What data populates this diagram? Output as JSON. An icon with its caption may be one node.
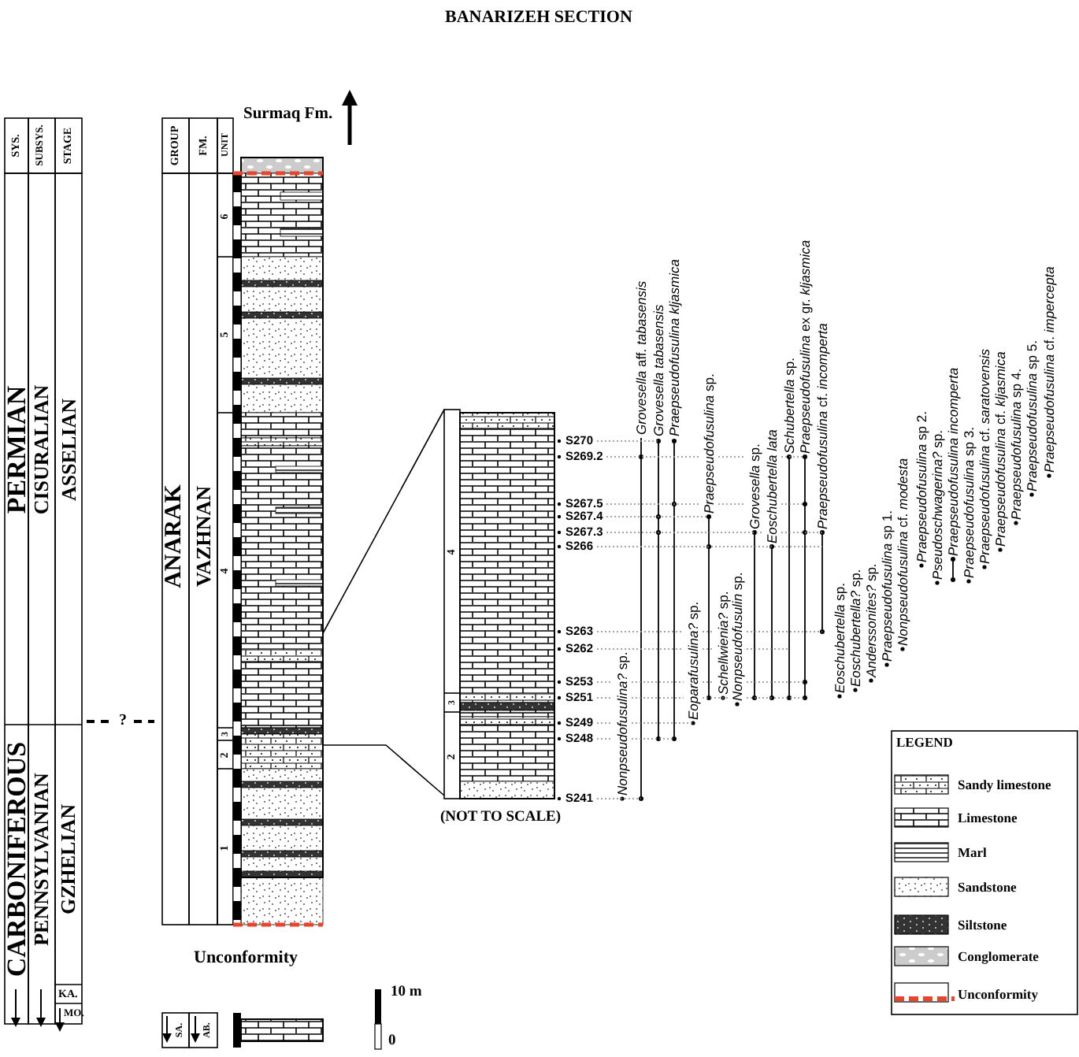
{
  "diagram": {
    "title": "BANARIZEH SECTION",
    "labels": [
      "SYS.",
      "SUBSYS.",
      "STAGE",
      "PERMIAN",
      "CISURALIAN",
      "ASSELIAN",
      "CARBONIFEROUS",
      "PENNSYLVANIAN",
      "GZHELIAN",
      "KA.",
      "MO.",
      "?",
      "GROUP",
      "FM.",
      "UNIT",
      "ANARAK",
      "VAZHNAN",
      "6",
      "5",
      "4",
      "3",
      "2",
      "1",
      "Surmaq Fm.",
      "Unconformity",
      "SA.",
      "AB.",
      "10 m",
      "0",
      "4",
      "3",
      "2",
      "S270",
      "S269.2",
      "S267.5",
      "S267.4",
      "S267.3",
      "S266",
      "S263",
      "S262",
      "S253",
      "S251",
      "S249",
      "S248",
      "S241",
      "(NOT TO SCALE)",
      "*Nonpseudofusulina?* sp.",
      "*Grovesella* aff. *tabasensis*",
      "Grovesella tabasensis",
      "Praepseudofusulina kljasmica",
      "*Eoparafusulina?* sp.",
      "*Praepseudofusulina* sp.",
      "*Schellwienia?* sp.",
      "*Nonpseudofusulin* sp.",
      "*Grovesella* sp.",
      "Eoschubertella lata",
      "*Schubertella* sp.",
      "*Praepseudofusulina* ex gr. *kljasmica*",
      "*Eoschubertella* sp.",
      "*Eoschubertella?* sp.",
      "*Anderssonites?* sp.",
      "*Praepseudofusulina* sp 1.",
      "*Nonpseudofusulina* cf. *modesta*",
      "*Praepseudofusulina* cf. *incomperta*",
      "*Praepseudofusulina* sp 2.",
      "*Pseudoschwagerina?* sp.",
      "Praepseudofusulina incomperta",
      "*Praepseudofusulina* sp 3.",
      "*Praepseudofusulina* cf. *saratovensis*",
      "*Praepseudofusulina* cf. *kljasmica*",
      "*Praepseudofusulina* sp 4.",
      "*Praepseudofusulina* sp 5.",
      "*Praepseudofusulina* cf. *impercepta*",
      "LEGEND"
    ],
    "legend": [
      {
        "text": "Sandy limestone"
      },
      {
        "text": "Limestone"
      },
      {
        "text": "Marl"
      },
      {
        "text": "Sandstone"
      },
      {
        "text": "Siltstone"
      },
      {
        "text": "Conglomerate"
      },
      {
        "text": "Unconformity"
      }
    ]
  }
}
